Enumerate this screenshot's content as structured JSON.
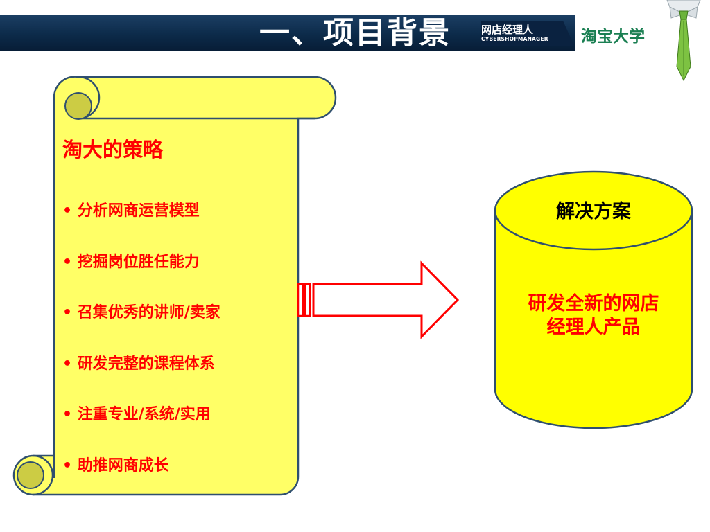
{
  "header": {
    "title": "一、项目背景",
    "brand_cn": "网店经理人",
    "brand_en": "CYBERSHOPMANAGER",
    "logo_text": "淘宝大学"
  },
  "scroll": {
    "title": "淘大的策略",
    "items": [
      "• 分析网商运营模型",
      "• 挖掘岗位胜任能力",
      "• 召集优秀的讲师/卖家",
      "• 研发完整的课程体系",
      "• 注重专业/系统/实用",
      "• 助推网商成长"
    ]
  },
  "solution": {
    "title": "解决方案",
    "line1": "研发全新的网店",
    "line2": "经理人产品"
  },
  "colors": {
    "header_bg": "#0c2a49",
    "scroll_fill": "#ffff66",
    "scroll_fold": "#cccc44",
    "cylinder_fill": "#ffff00",
    "outline": "#2f4f6f",
    "accent_red": "#ff0000",
    "logo_green": "#1a7f52"
  },
  "icons": [
    "tie-icon",
    "arrow-right-icon"
  ]
}
